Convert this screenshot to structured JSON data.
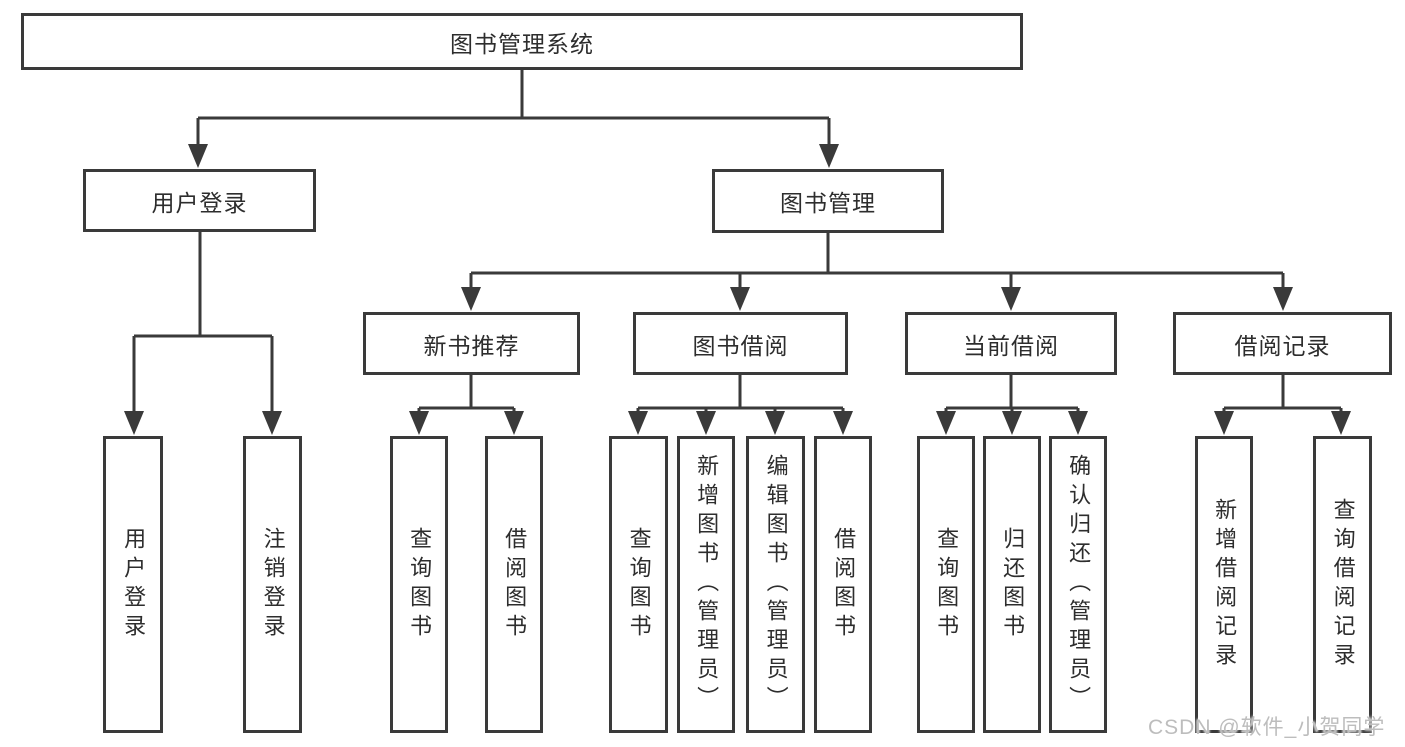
{
  "colors": {
    "line": "#3a3a3a",
    "box_border": "#3a3a3a",
    "text": "#2d2d2d",
    "background": "#ffffff",
    "watermark": "#bdbdbd"
  },
  "tree": {
    "label": "图书管理系统",
    "children": [
      {
        "label": "用户登录",
        "children": [
          {
            "label": "用户登录"
          },
          {
            "label": "注销登录"
          }
        ]
      },
      {
        "label": "图书管理",
        "children": [
          {
            "label": "新书推荐",
            "children": [
              {
                "label": "查询图书"
              },
              {
                "label": "借阅图书"
              }
            ]
          },
          {
            "label": "图书借阅",
            "children": [
              {
                "label": "查询图书"
              },
              {
                "label": "新增图书（管理员）"
              },
              {
                "label": "编辑图书（管理员）"
              },
              {
                "label": "借阅图书"
              }
            ]
          },
          {
            "label": "当前借阅",
            "children": [
              {
                "label": "查询图书"
              },
              {
                "label": "归还图书"
              },
              {
                "label": "确认归还（管理员）"
              }
            ]
          },
          {
            "label": "借阅记录",
            "children": [
              {
                "label": "新增借阅记录"
              },
              {
                "label": "查询借阅记录"
              }
            ]
          }
        ]
      }
    ]
  },
  "watermark": {
    "text": "CSDN @软件_小贺同学"
  }
}
